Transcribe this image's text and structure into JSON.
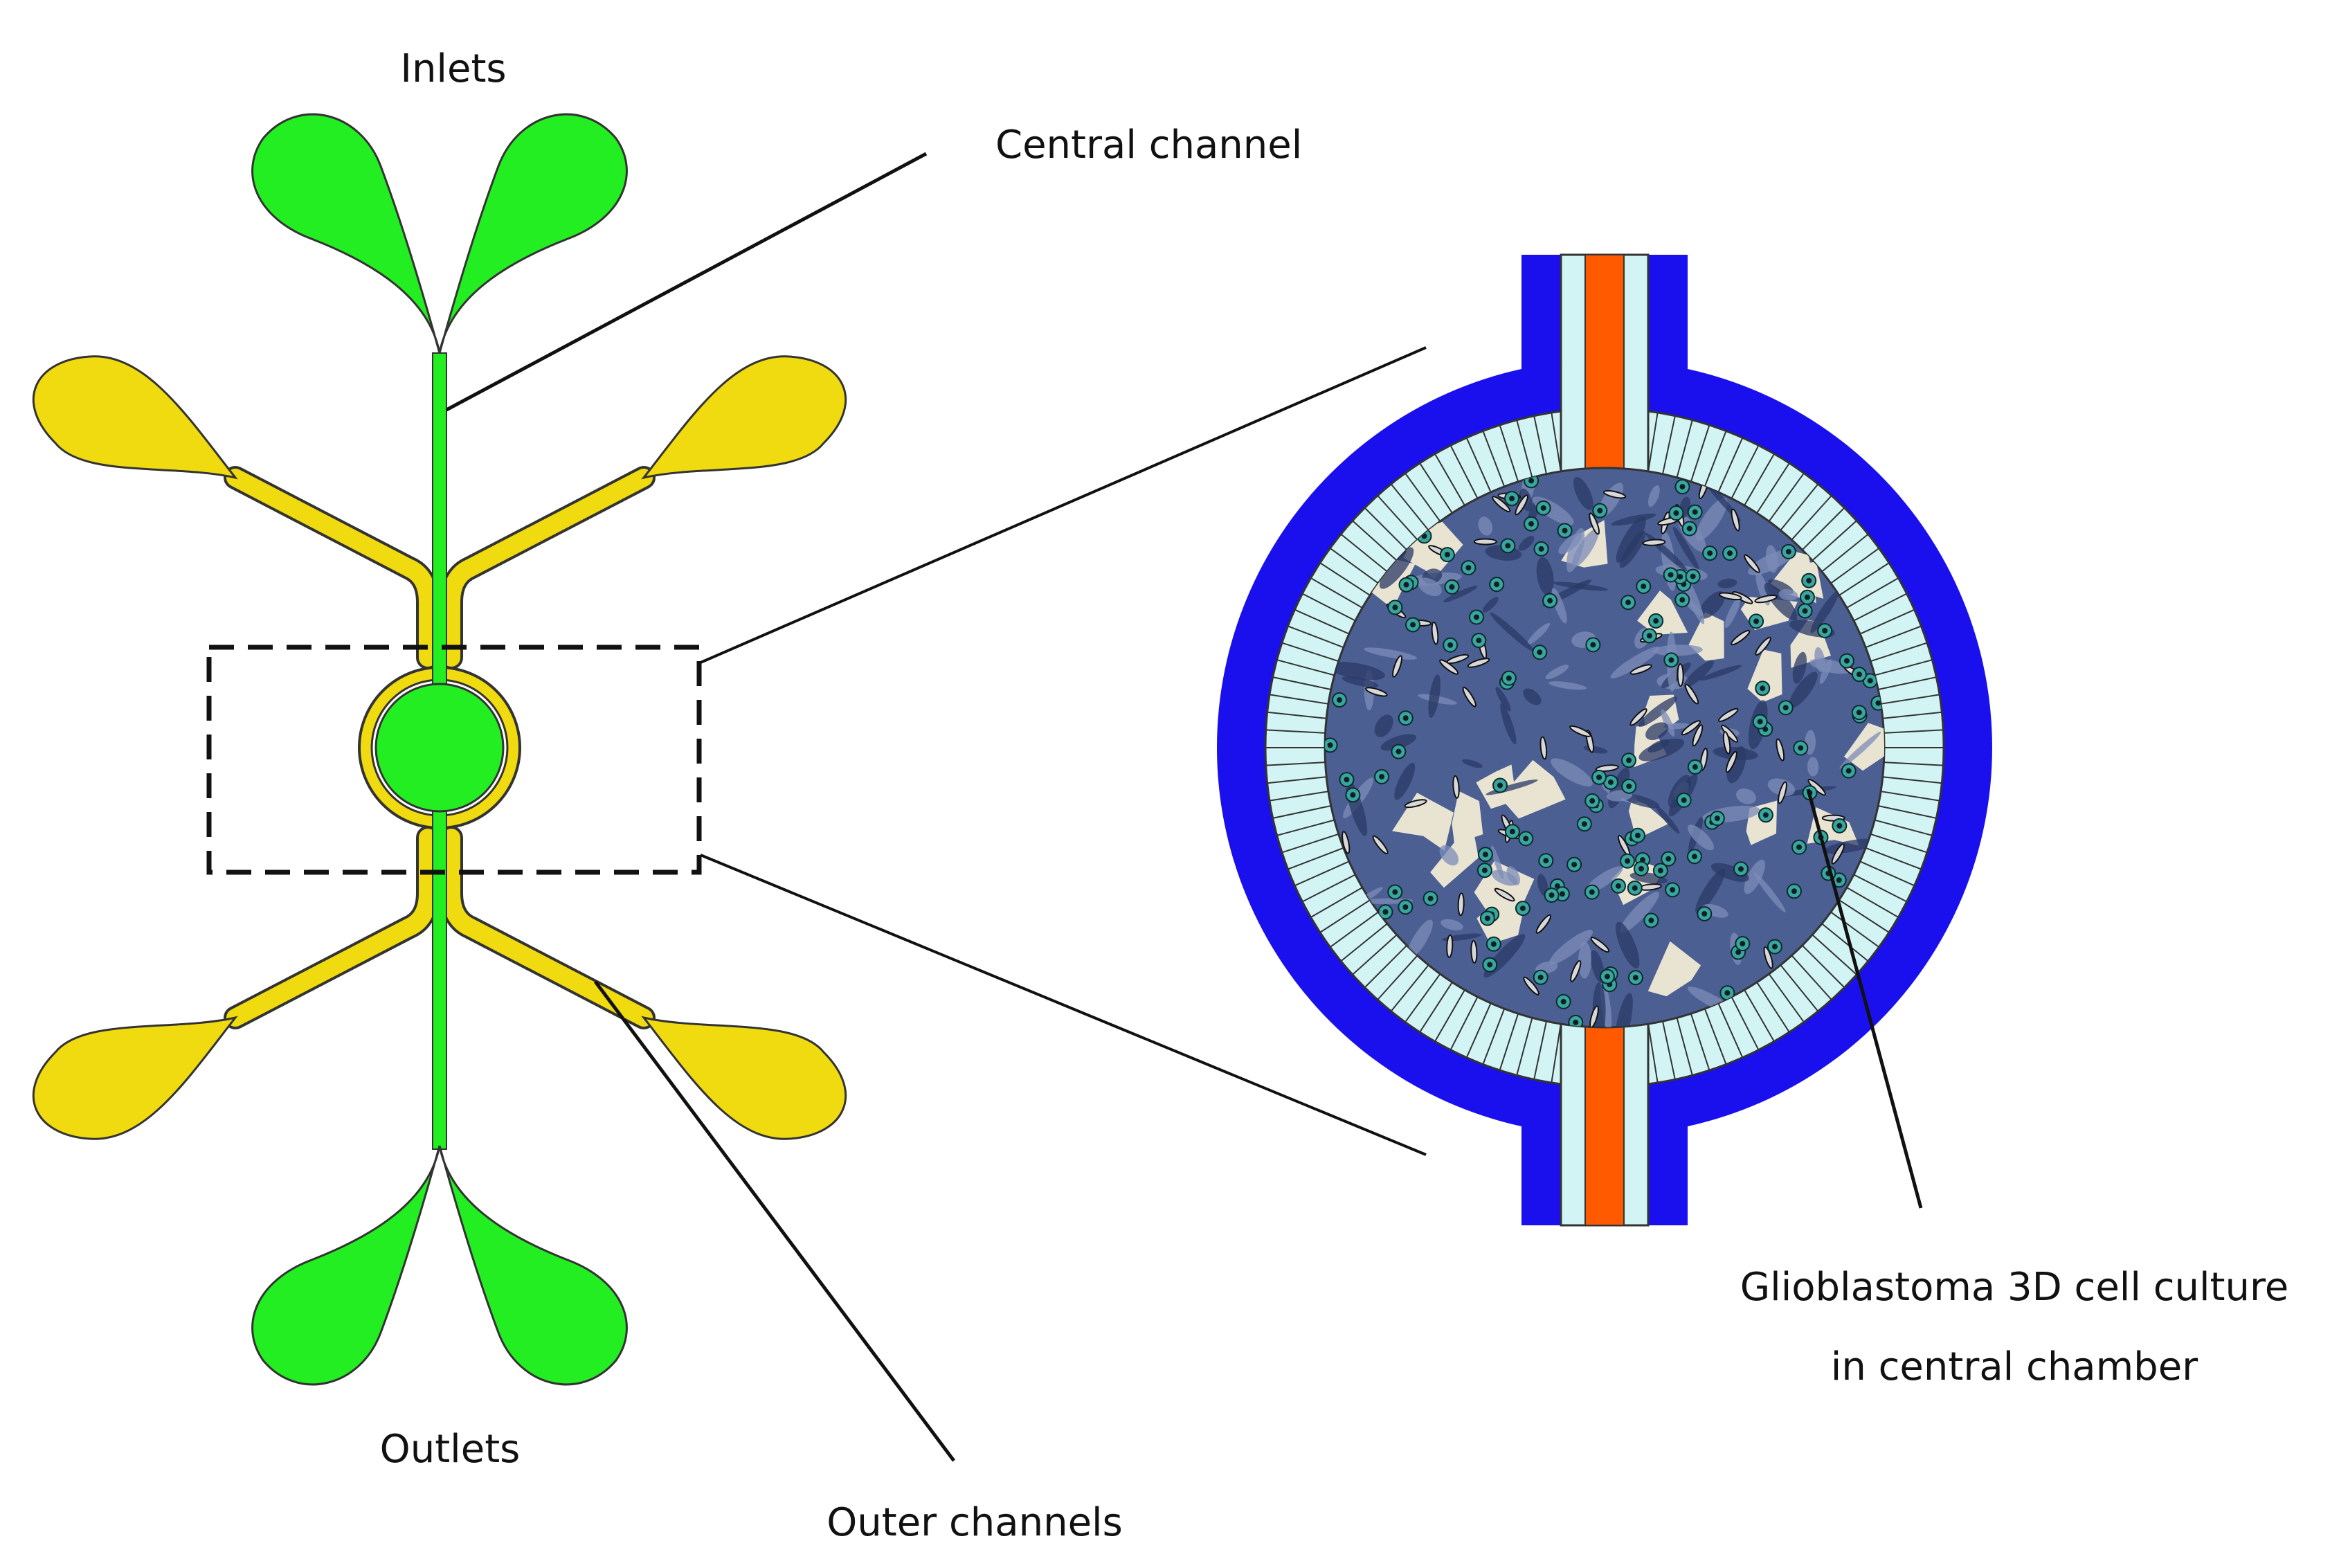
{
  "labels": {
    "inlets": "Inlets",
    "central_channel": "Central channel",
    "outlets": "Outlets",
    "outer_channels": "Outer channels",
    "culture_line1": "Glioblastoma 3D cell culture",
    "culture_line2": "in central chamber"
  },
  "colors": {
    "central_channel": "#22ee22",
    "outer_channel": "#f0da10",
    "chamber_wall": "#1a10ee",
    "membrane": "#d2f4f4",
    "port": "#ff5a00",
    "culture": "#4b5f93",
    "cell": "#39a5a0",
    "outline": "#222222"
  },
  "icons": {
    "outer_channel_reservoir": "teardrop-reservoir-icon",
    "central_reservoir": "teardrop-reservoir-icon"
  }
}
